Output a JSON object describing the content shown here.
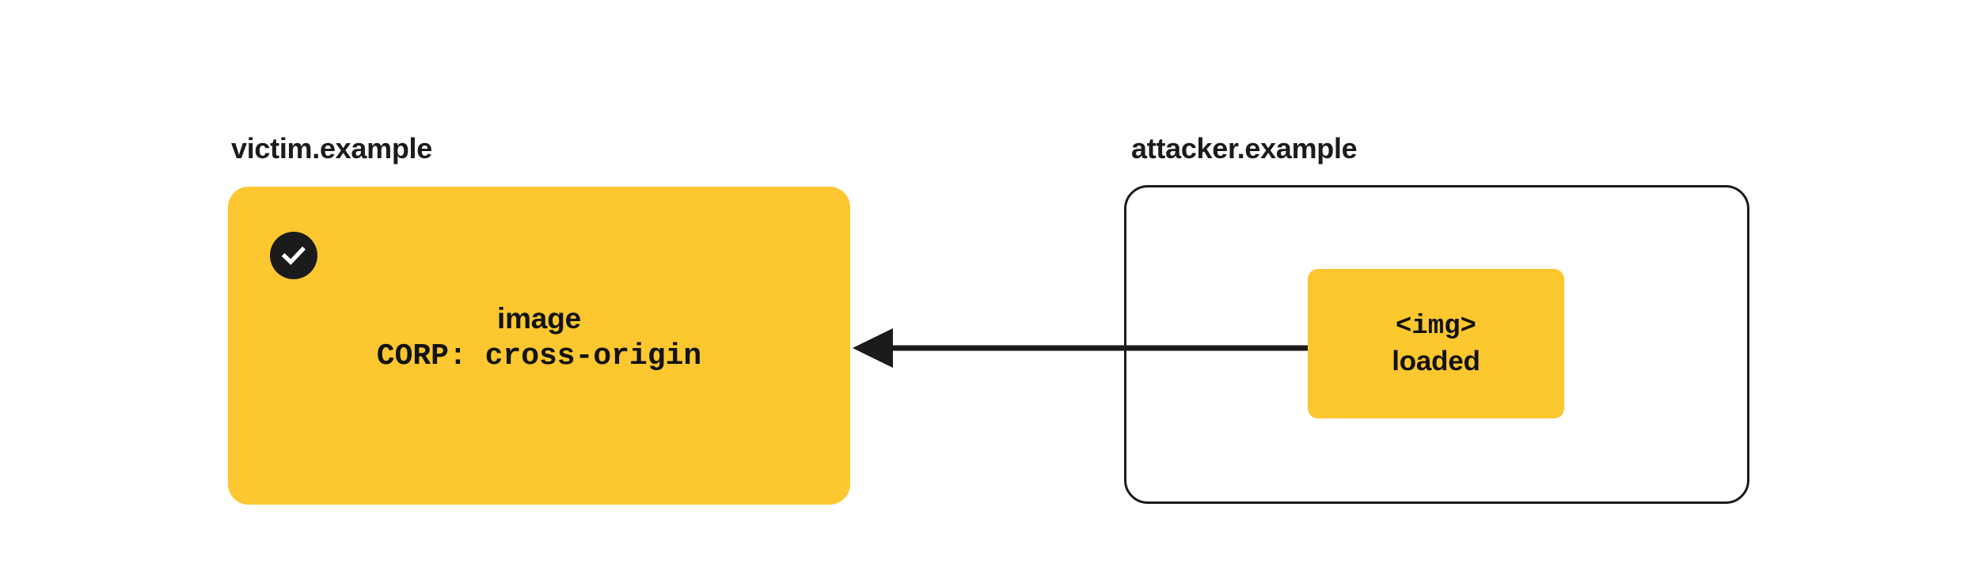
{
  "diagram": {
    "title_not_shown": "",
    "background_color": "#ffffff",
    "accent_color": "#fcc72f",
    "ink_color": "#1b1b1b"
  },
  "victim_origin": {
    "label": "victim.example",
    "resource": {
      "badge_icon": "check-circle-icon",
      "badge_state": "allowed",
      "name": "image",
      "header": "CORP: cross-origin"
    }
  },
  "attacker_origin": {
    "label": "attacker.example",
    "element": {
      "tag": "<img>",
      "status": "loaded"
    }
  },
  "arrow": {
    "name": "image-request-arrow",
    "direction": "right-to-left",
    "from": "attacker.example <img>",
    "to": "victim.example image",
    "color": "#1b1b1b"
  }
}
